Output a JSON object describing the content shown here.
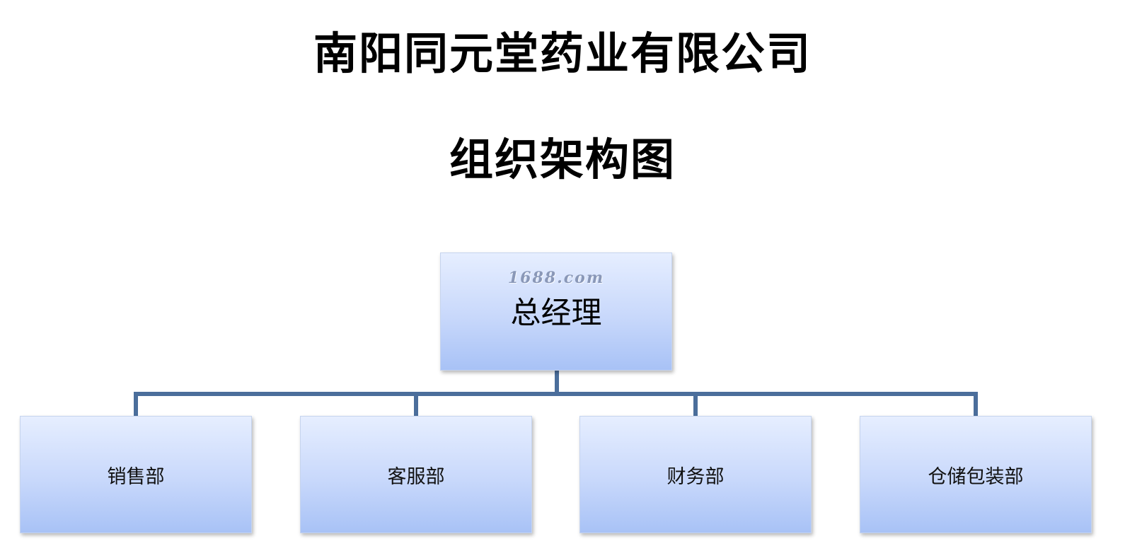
{
  "title": {
    "line1": "南阳同元堂药业有限公司",
    "line2": "组织架构图"
  },
  "org_chart": {
    "root": {
      "label": "总经理",
      "watermark": "1688.com"
    },
    "children": [
      {
        "label": "销售部"
      },
      {
        "label": "客服部"
      },
      {
        "label": "财务部"
      },
      {
        "label": "仓储包装部"
      }
    ]
  },
  "colors": {
    "connector": "#4b6e9b",
    "box_top": "#e6eeff",
    "box_bottom": "#a8c2f6"
  }
}
